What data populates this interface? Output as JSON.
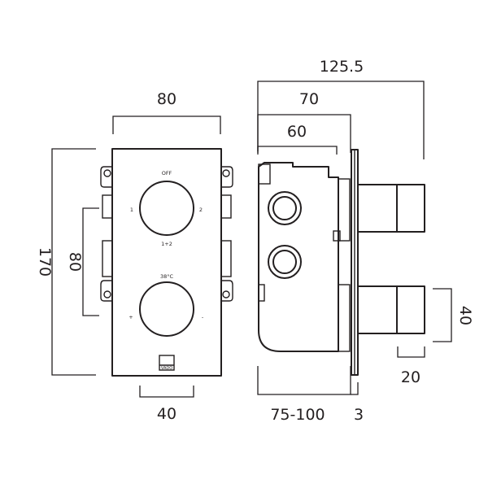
{
  "front_view": {
    "labels": {
      "top_knob": "OFF",
      "left_position": "1",
      "right_position": "2",
      "combined_position": "1+2",
      "temperature": "38°C",
      "plus": "+",
      "minus": "-",
      "brand": "VADO"
    },
    "dimensions": {
      "width": "80",
      "height": "170",
      "knob_spacing": "80",
      "bottom_width": "40"
    }
  },
  "side_view": {
    "dimensions": {
      "total_depth": "125.5",
      "depth_70": "70",
      "depth_60": "60",
      "wall_depth": "75-100",
      "plate": "3",
      "knob_height": "40",
      "knob_width": "20"
    }
  }
}
